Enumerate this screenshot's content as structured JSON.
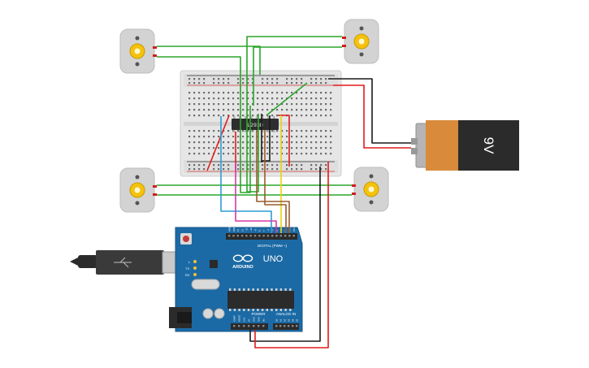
{
  "colors": {
    "background": "#ffffff",
    "motor_body": "#d3d3d3",
    "motor_hub": "#f4c20d",
    "breadboard": "#e6e6e6",
    "board_blue": "#1b6aa5",
    "battery_body": "#d98a3a",
    "battery_dark": "#2b2b2b",
    "wire_green": "#2aa52a",
    "wire_red": "#e01b1b",
    "wire_black": "#1a1a1a",
    "wire_blue": "#2d9bd6",
    "wire_yellow": "#e8d20f",
    "wire_brown": "#9a5b2c",
    "wire_magenta": "#d63aa5"
  },
  "battery": {
    "label": "9V"
  },
  "chip": {
    "label": "L293D"
  },
  "arduino": {
    "model_label": "UNO",
    "brand_label": "ARDUINO",
    "digital_label": "DIGITAL (PWM ~)",
    "power_label": "POWER",
    "analog_label": "ANALOG IN",
    "led_labels": [
      "L",
      "TX",
      "RX"
    ],
    "header_top_labels": [
      "AREF",
      "GND",
      "13",
      "12",
      "~11",
      "~10",
      "~9",
      "8",
      "7",
      "~6",
      "~5",
      "4",
      "~3",
      "2",
      "TX 1",
      "RX 0"
    ],
    "header_power_labels": [
      "IOREF",
      "RESET",
      "3.3V",
      "5V",
      "GND",
      "GND",
      "Vin"
    ],
    "header_analog_labels": [
      "A0",
      "A1",
      "A2",
      "A3",
      "A4",
      "A5"
    ]
  },
  "icons": [
    "dc-motor-icon",
    "battery-icon",
    "usb-cable-icon",
    "reset-button-icon",
    "ic-chip-icon"
  ]
}
